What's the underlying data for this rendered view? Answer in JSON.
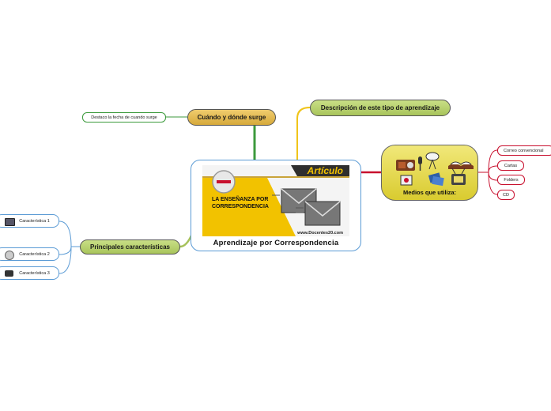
{
  "central": {
    "title": "Aprendizaje por Correspondencia",
    "banner": {
      "tag": "Artículo",
      "heading_line1": "LA ENSEÑANZA POR",
      "heading_line2": "CORRESPONDENCIA",
      "site": "www.Docentes20.com"
    }
  },
  "topics": {
    "cuando": "Cuándo y dónde surge",
    "descripcion": "Descripción de este tipo de aprendizaje",
    "principales": "Principales características",
    "medios": "Medios que utiliza:"
  },
  "leaves": {
    "cuando": [
      "Destaco la fecha de cuando surge"
    ],
    "principales": [
      "Característica 1",
      "Característica 2",
      "Característica 3"
    ],
    "medios": [
      "Correo convencional",
      "Cartas",
      "Folders",
      "CD"
    ]
  },
  "colors": {
    "central_border": "#5b9bd5",
    "green_branch": "#3c9a3c",
    "yellow_branch": "#f0c419",
    "red_branch": "#c8102e",
    "blue_branch": "#5b9bd5",
    "olive_node": "#b5cf6b",
    "gold_node": "#e0b84a"
  },
  "icons": [
    "radio-icon",
    "microphone-icon",
    "satellite-dish-icon",
    "book-icon",
    "film-icon",
    "letters-icon",
    "television-icon",
    "monitor-icon",
    "disc-icon",
    "camera-icon"
  ]
}
